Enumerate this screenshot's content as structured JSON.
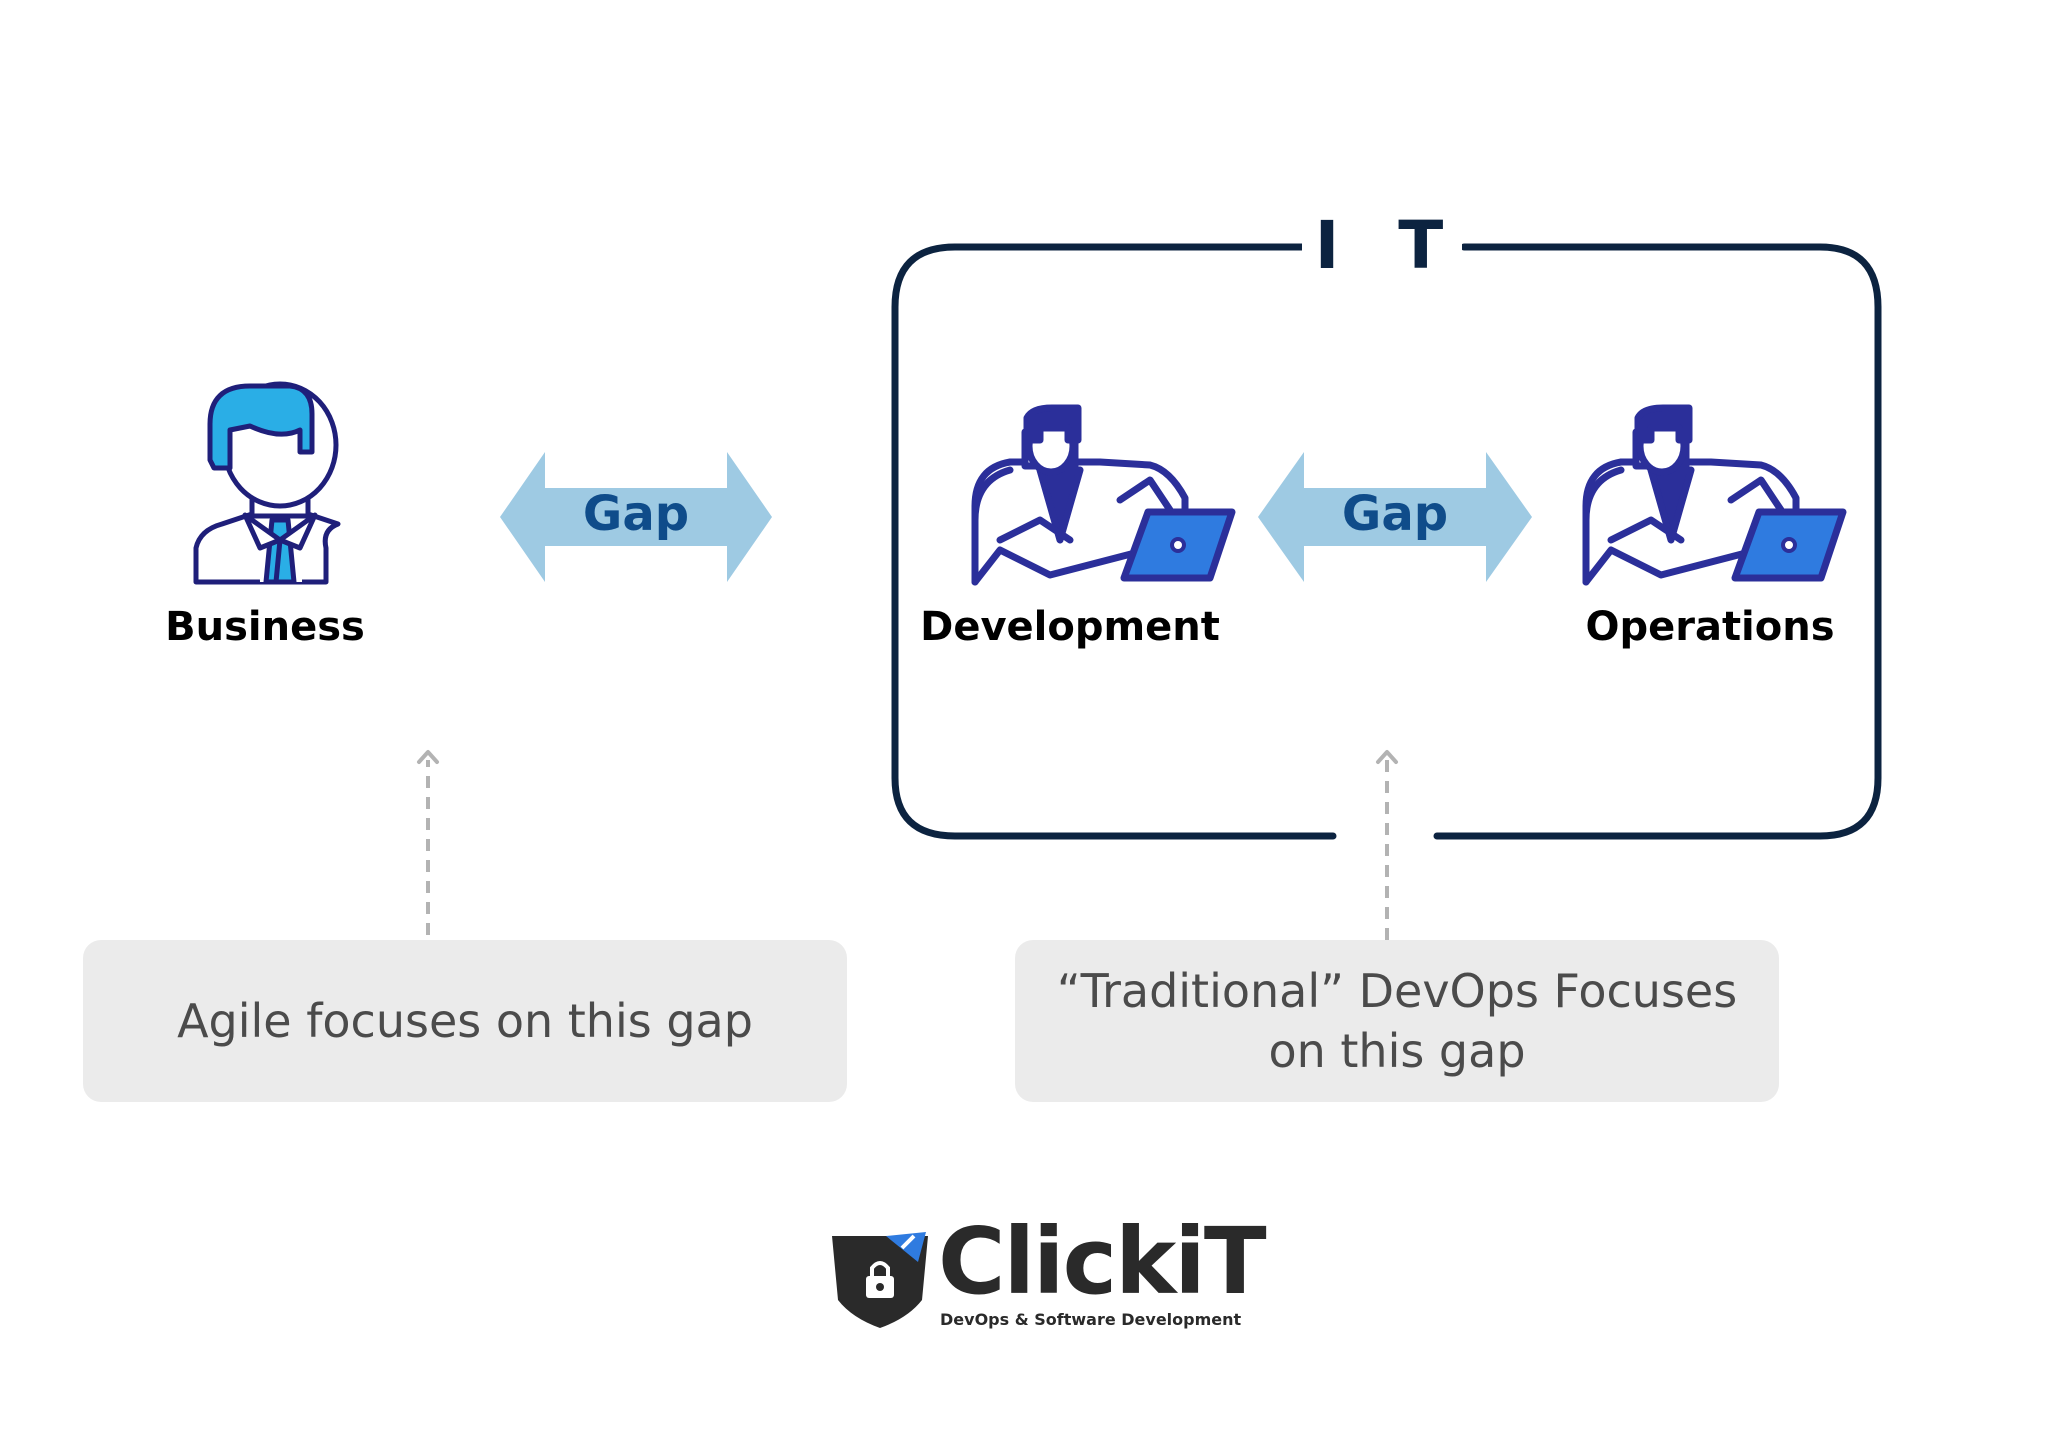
{
  "diagram": {
    "group_title": "I T",
    "nodes": {
      "business": "Business",
      "development": "Development",
      "operations": "Operations"
    },
    "gaps": {
      "left": "Gap",
      "right": "Gap"
    },
    "notes": {
      "agile": "Agile focuses on this gap",
      "devops_line1": "“Traditional” DevOps Focuses",
      "devops_line2": "on this gap"
    }
  },
  "brand": {
    "name": "ClickiT",
    "tagline": "DevOps & Software Development"
  },
  "colors": {
    "frame": "#0c2340",
    "arrow": "#9ecae3",
    "gap_text": "#0f4c8a",
    "person_outline": "#2b2f9a",
    "laptop": "#2f7be0",
    "business_hair": "#2aaee6",
    "note_bg": "#ebebeb"
  }
}
